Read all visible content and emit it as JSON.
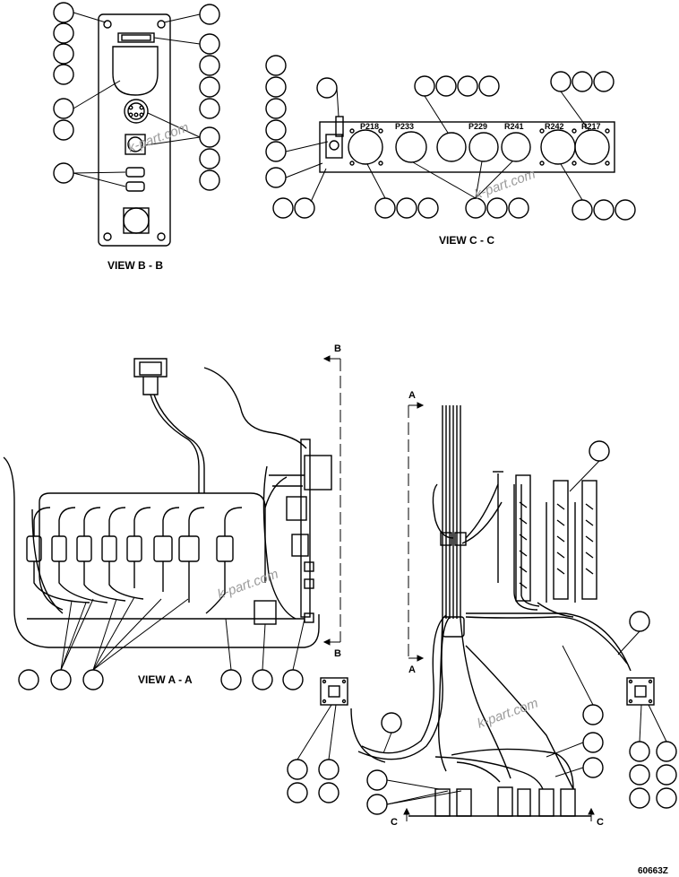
{
  "views": {
    "b": "VIEW B - B",
    "c": "VIEW C - C",
    "a": "VIEW A - A"
  },
  "connectors": [
    "P218",
    "P233",
    "P229",
    "R241",
    "R242",
    "R217"
  ],
  "section_letters": {
    "b": "B",
    "a": "A",
    "c": "C"
  },
  "watermark": "k-part.com",
  "drawing_code": "60663Z"
}
